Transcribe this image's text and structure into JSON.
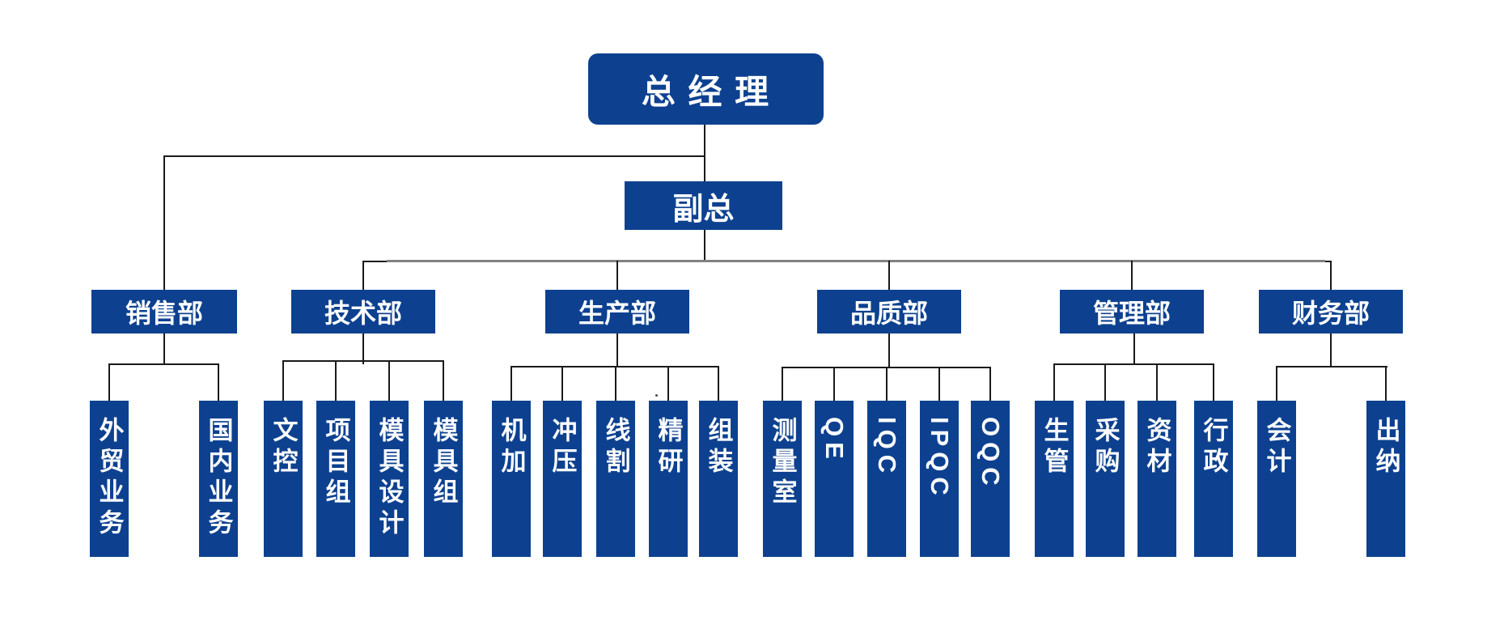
{
  "org": {
    "root": {
      "label": "总 经 理"
    },
    "deputy": {
      "label": "副总"
    },
    "departments": [
      {
        "label": "销售部",
        "children": [
          "外贸业务",
          "国内业务"
        ]
      },
      {
        "label": "技术部",
        "children": [
          "文控",
          "项目组",
          "模具设计",
          "模具组"
        ]
      },
      {
        "label": "生产部",
        "children": [
          "机加",
          "冲压",
          "线割",
          "精研",
          "组装"
        ]
      },
      {
        "label": "品质部",
        "children": [
          "测量室",
          "QE",
          "IQC",
          "IPQC",
          "OQC"
        ]
      },
      {
        "label": "管理部",
        "children": [
          "生管",
          "采购",
          "资材",
          "行政"
        ]
      },
      {
        "label": "财务部",
        "children": [
          "会计",
          "出纳"
        ]
      }
    ],
    "colors": {
      "node_blue": "#0d4190",
      "node_text": "#ffffff",
      "connector_dark": "#1a1a1a",
      "connector_gray": "#828282",
      "background": "#ffffff"
    }
  }
}
